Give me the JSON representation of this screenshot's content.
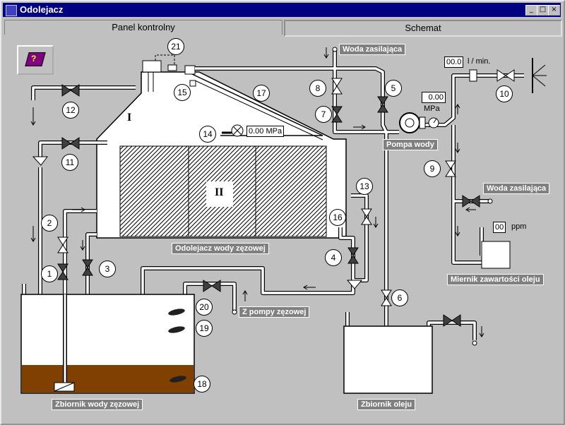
{
  "window": {
    "title": "Odolejacz"
  },
  "tabs": [
    "Panel kontrolny",
    "Schemat"
  ],
  "labels": {
    "water_supply_top": "Woda zasilająca",
    "water_supply_right": "Woda zasilająca",
    "pump": "Pompa wody",
    "separator": "Odolejacz wody zęzowej",
    "from_pump": "Z pompy zęzowej",
    "oil_meter": "Miernik zawartości oleju",
    "bilge_tank": "Zbiornik wody zęzowej",
    "oil_tank": "Zbiornik oleju"
  },
  "readings": {
    "flow_value": "00.0",
    "flow_unit": "l / min.",
    "pump_pressure": "0.00",
    "pump_pressure_unit": "MPa",
    "separator_pressure": "0.00 MPa",
    "oil_ppm": "00",
    "oil_ppm_unit": "ppm"
  },
  "roman": [
    "I",
    "II"
  ],
  "numbers": [
    "1",
    "2",
    "3",
    "4",
    "5",
    "6",
    "7",
    "8",
    "9",
    "10",
    "11",
    "12",
    "13",
    "14",
    "15",
    "16",
    "17",
    "18",
    "19",
    "20",
    "21"
  ],
  "icons": {
    "help": "help-book-icon"
  },
  "colors": {
    "titlebar": "#000080",
    "oil": "#804000",
    "valve": "#404040"
  }
}
